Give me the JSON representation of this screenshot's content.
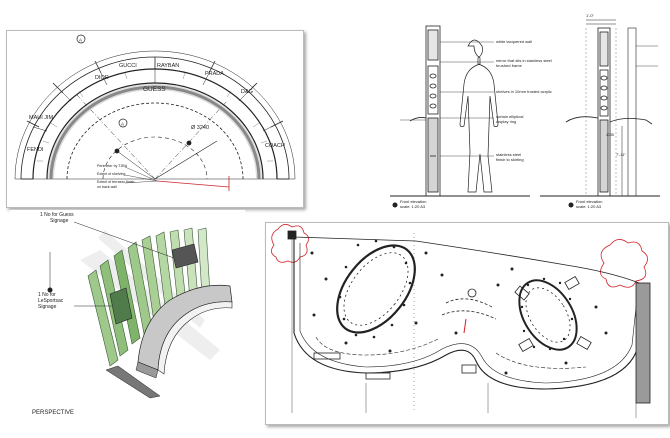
{
  "plan": {
    "brands": {
      "fendi": "FENDI",
      "maui_jim": "MAUI JIM",
      "dior": "DIOR",
      "gucci": "GUCCI",
      "rayban": "RAYBAN",
      "prada": "PRADA",
      "dg": "D&G",
      "coach": "COACH"
    },
    "center_label": "GUESS",
    "radius_label": "Ø 3240",
    "marker_a": "A",
    "note_1": "Perimeter by TJBA",
    "note_2": "Extent of shelving",
    "note_3": "Extent of terrazzo finish",
    "note_4": "on back wall"
  },
  "elevation": {
    "dim_top": "1'-0\"",
    "dim_side": "7'-11\"",
    "dim_mid": "1035",
    "annotations": {
      "wall": "white lacquered wall",
      "mirror_1": "mirror that sits in stainless steel",
      "mirror_2": "brushed frame",
      "shelves": "shelves in 10mm frosted acrylic",
      "ring_1": "curtain elliptical",
      "ring_2": "display ring",
      "skirting_1": "stainless steel",
      "skirting_2": "finish to skirting"
    },
    "caption_left_title": "Front elevation",
    "caption_left_scale": "scale: 1:20 A3",
    "caption_right_title": "Front elevation",
    "caption_right_scale": "scale: 1:20 A3"
  },
  "perspective": {
    "label_guess_1": "1 No for Guess",
    "label_guess_2": "Signage",
    "label_lesportsac_1": "1 No for",
    "label_lesportsac_2": "LeSportsac",
    "label_lesportsac_3": "Signage",
    "caption": "PERSPECTIVE"
  },
  "colors": {
    "line": "#222222",
    "accent_red": "#d0222a",
    "glass_green": "#8fbf7a",
    "glass_dark": "#4f7c4a",
    "panel_grey": "#c8c8c8"
  }
}
